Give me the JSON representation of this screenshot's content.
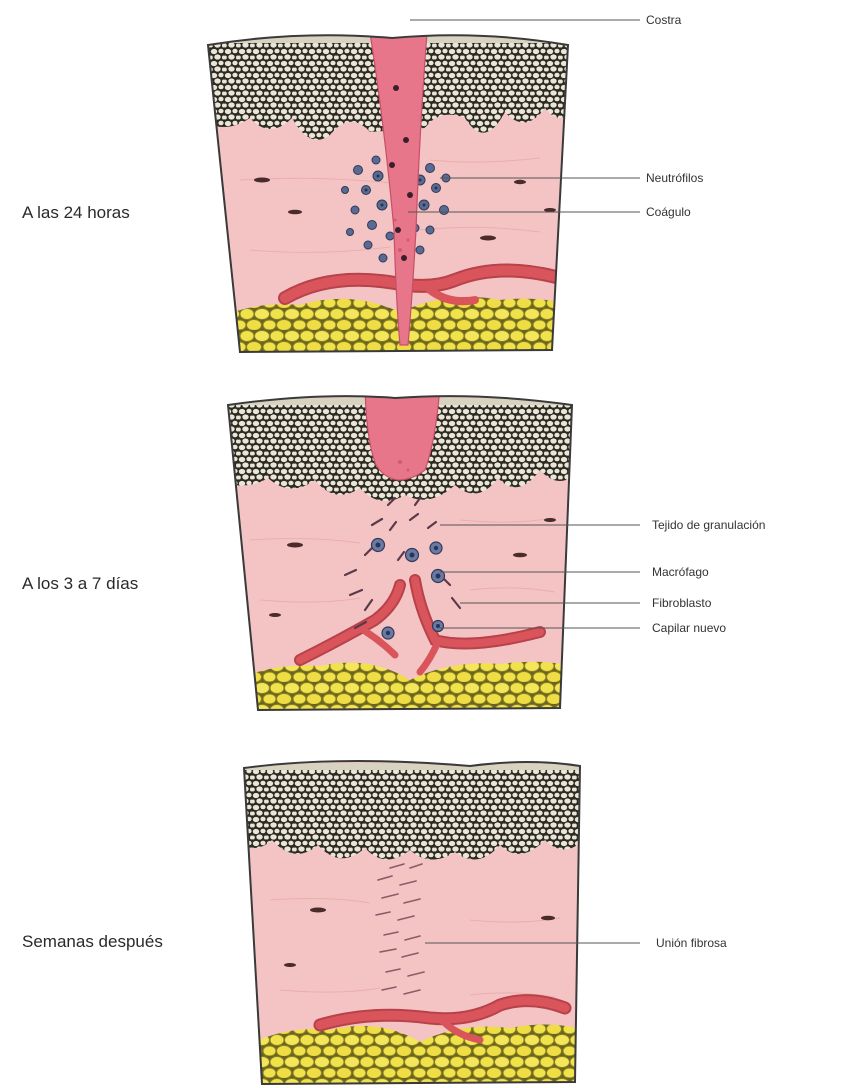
{
  "panels": [
    {
      "id": "24h",
      "label": "A las 24 horas",
      "callouts": [
        "Costra",
        "Neutrófilos",
        "Coágulo"
      ]
    },
    {
      "id": "3-7d",
      "label": "A los 3 a 7 días",
      "callouts": [
        "Tejido de granulación",
        "Macrófago",
        "Fibroblasto",
        "Capilar nuevo"
      ]
    },
    {
      "id": "weeks",
      "label": "Semanas después",
      "callouts": [
        "Unión fibrosa"
      ]
    }
  ],
  "colors": {
    "dermis": "#f4c4c4",
    "epidermis_dark": "#2d2a22",
    "epidermis_cell": "#e9e5d8",
    "fat": "#f0e24a",
    "vessel": "#d9545b",
    "scab": "#e8768a",
    "cell_blue": "#4b5a80"
  }
}
